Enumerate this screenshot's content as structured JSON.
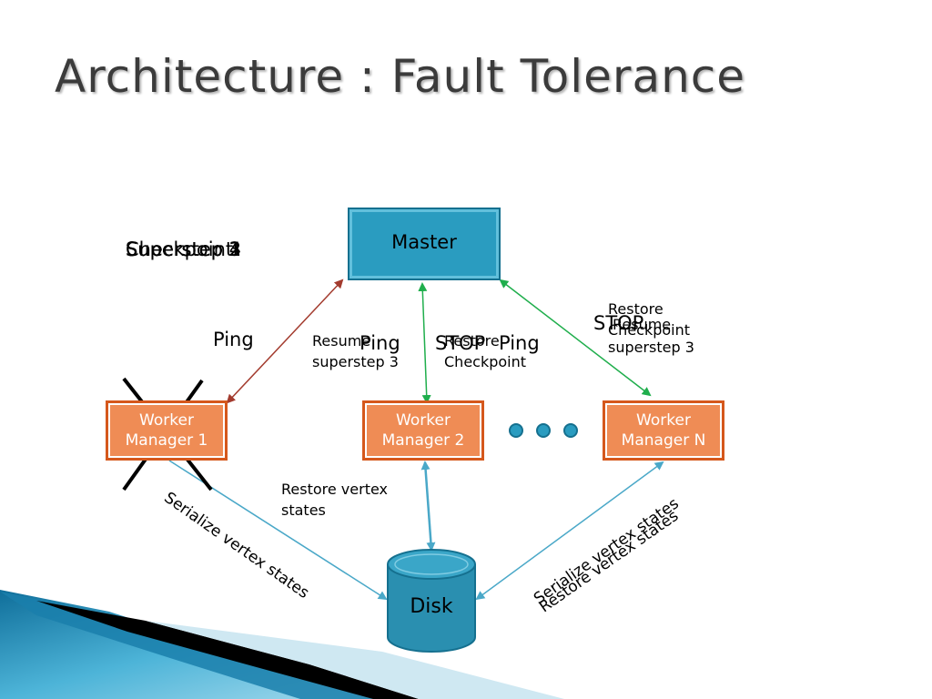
{
  "slide": {
    "title": "Architecture : Fault Tolerance"
  },
  "nodes": {
    "master": "Master",
    "worker1": "Worker Manager 1",
    "worker2": "Worker Manager 2",
    "workerN": "Worker Manager N",
    "disk": "Disk"
  },
  "labels": {
    "overlapped_superstep": [
      "Superstep 4",
      "Superstep 3",
      "Checkpoint",
      "Superstep 1",
      "Superstep 2"
    ],
    "ping_left": "Ping",
    "resume_left_line1": "Resume",
    "resume_left_line2": "superstep 3",
    "ping_mid": "Ping",
    "stop_mid": "STOP",
    "ping_mid2": "Ping",
    "restore_mid_line1": "Restore",
    "restore_mid_line2": "Checkpoint",
    "restore_right_line1": "Restore",
    "restore_right_line2": "Checkpoint",
    "stop_right": "STOP",
    "resume_right_line1": "Resume",
    "resume_right_line2": "superstep 3",
    "restore_vertex_line1": "Restore vertex",
    "restore_vertex_line2": "states",
    "serialize_left": "Serialize vertex states",
    "serialize_right": "Serialize vertex states",
    "restore_vertex_right": "Restore vertex states"
  },
  "colors": {
    "master": "#2a9cc0",
    "worker": "#ef8c55",
    "disk": "#2a8fb0",
    "arrow_red": "#a33b2e",
    "arrow_green": "#1fae4c",
    "arrow_blue": "#4aa8c8"
  }
}
